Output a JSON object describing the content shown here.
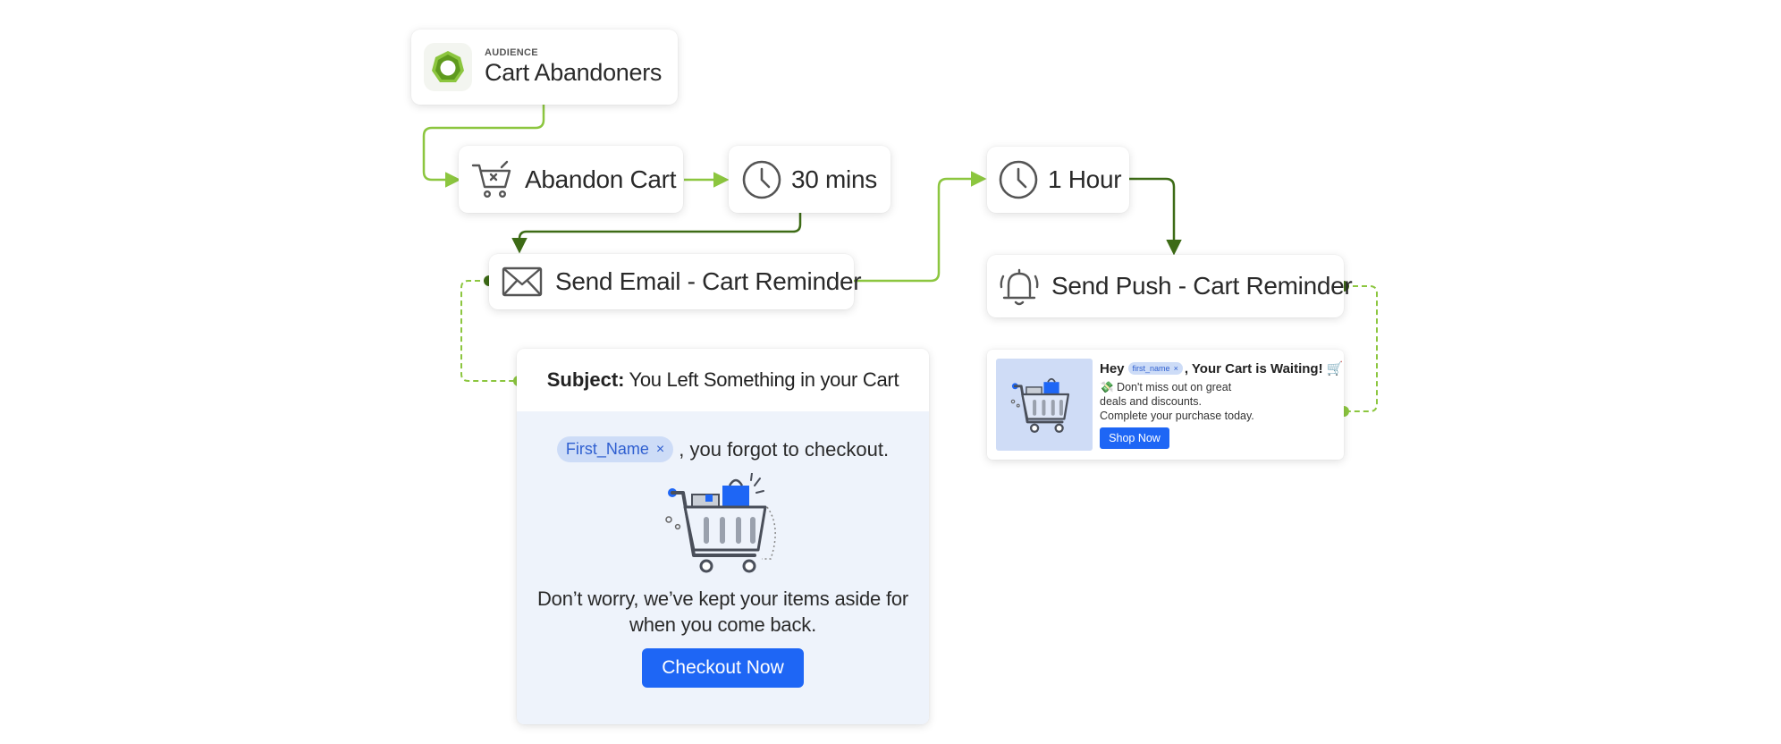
{
  "colors": {
    "line_light": "#8cc63f",
    "line_dark": "#3d6b16",
    "accent_blue": "#1e66f5",
    "tag_bg": "#cddcf7",
    "email_body_bg": "#eef3fb",
    "push_image_bg": "#cfdcf6"
  },
  "audience": {
    "eyebrow": "AUDIENCE",
    "title": "Cart Abandoners",
    "icon": "heptagon-ring-icon"
  },
  "steps": {
    "abandon_cart": {
      "label": "Abandon Cart",
      "icon": "cart-x-icon"
    },
    "wait_30": {
      "label": "30 mins",
      "icon": "clock-icon"
    },
    "send_email": {
      "label": "Send Email - Cart Reminder",
      "icon": "envelope-icon"
    },
    "wait_1h": {
      "label": "1 Hour",
      "icon": "clock-icon"
    },
    "send_push": {
      "label": "Send Push - Cart Reminder",
      "icon": "bell-icon"
    }
  },
  "email_preview": {
    "subject_label": "Subject:",
    "subject_text": "You Left Something in your Cart",
    "token": "First_Name",
    "token_remove": "×",
    "greeting_rest": ", you forgot to checkout.",
    "body_line_1": "Don’t worry, we’ve kept your items aside for",
    "body_line_2": "when you come back.",
    "cta": "Checkout Now",
    "image_icon": "shopping-cart-illustration-icon"
  },
  "push_preview": {
    "hey": "Hey",
    "token": "first_name",
    "token_remove": "×",
    "title_rest": ", Your Cart is Waiting!",
    "title_emoji": "🛒",
    "line_1": "💸 Don't miss out on great",
    "line_2": "deals and discounts.",
    "line_3": "Complete your purchase today.",
    "cta": "Shop Now",
    "image_icon": "shopping-cart-thumbnail-icon"
  }
}
